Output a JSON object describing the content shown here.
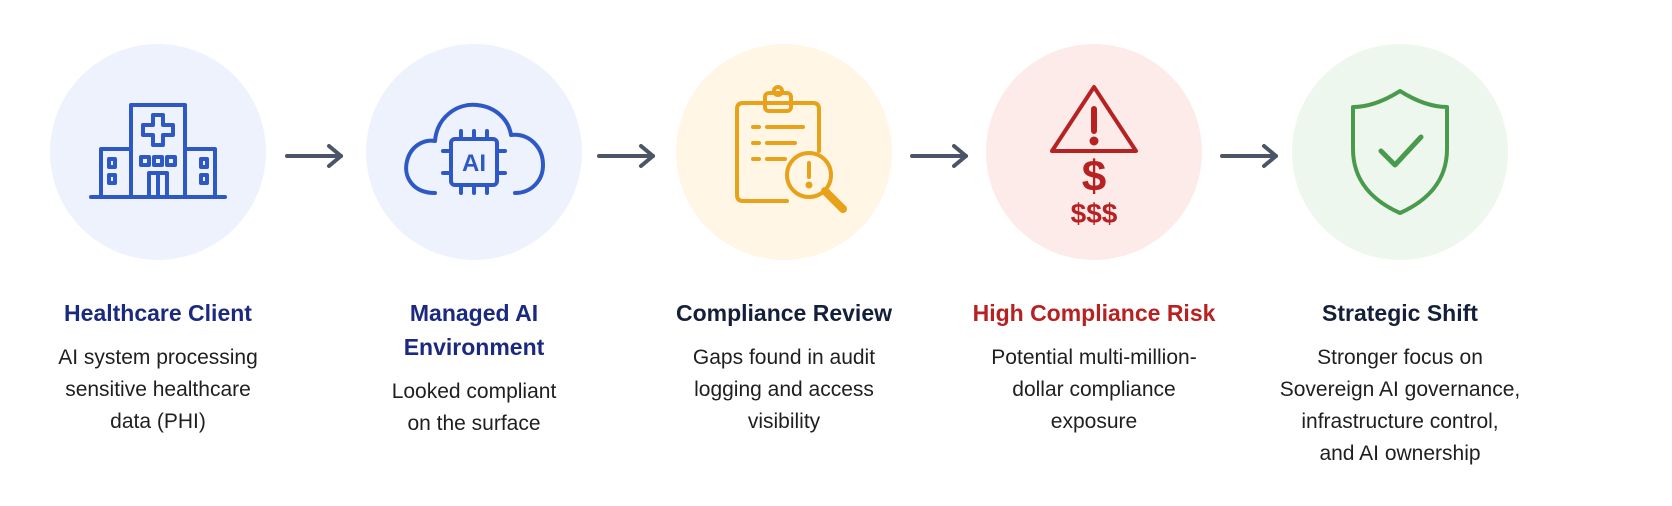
{
  "colors": {
    "blue": "#2f58c7",
    "navy": "#1b2a80",
    "dark": "#14203a",
    "orange": "#e8a21a",
    "red": "#b82121",
    "green": "#4a9a4e",
    "arrow": "#4a5568",
    "circle_blue": "#edf2fd",
    "circle_orange": "#fff6e6",
    "circle_red": "#fdebea",
    "circle_green": "#eef7ee"
  },
  "steps": [
    {
      "icon": "hospital-icon",
      "title": "Healthcare Client",
      "description": "AI system processing\nsensitive healthcare\ndata (PHI)"
    },
    {
      "icon": "ai-cloud-icon",
      "icon_text": "AI",
      "title": "Managed AI\nEnvironment",
      "description": "Looked compliant\non the surface"
    },
    {
      "icon": "clipboard-search-icon",
      "title": "Compliance Review",
      "description": "Gaps found in audit\nlogging and access\nvisibility"
    },
    {
      "icon": "warning-money-icon",
      "icon_text_top": "$",
      "icon_text_bottom": "$$$",
      "title": "High Compliance Risk",
      "description": "Potential multi-million-\ndollar compliance\nexposure"
    },
    {
      "icon": "shield-check-icon",
      "title": "Strategic Shift",
      "description": "Stronger focus on\nSovereign AI governance,\ninfrastructure control,\nand AI ownership"
    }
  ]
}
